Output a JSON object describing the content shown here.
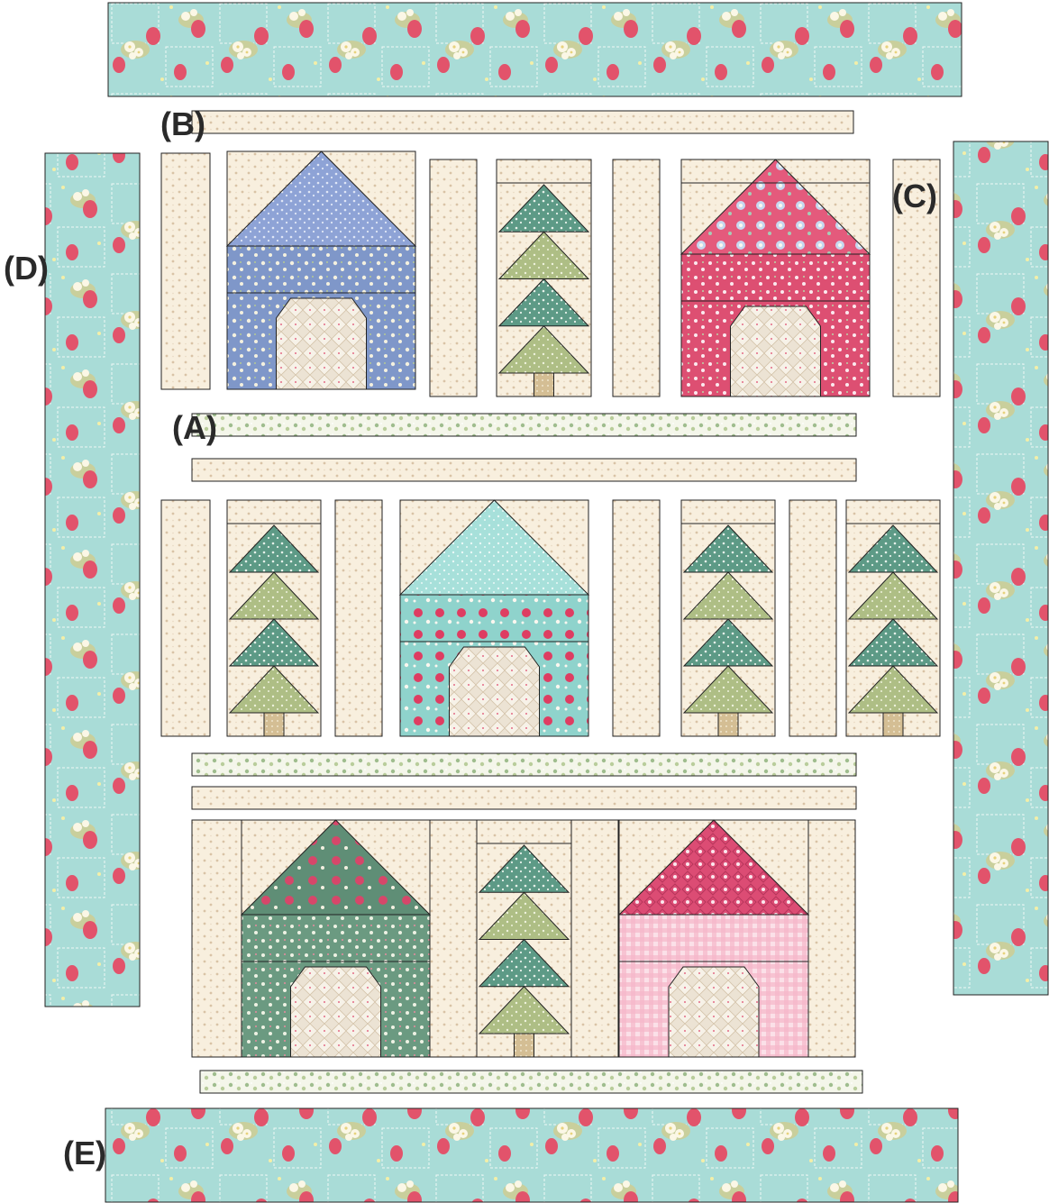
{
  "labels": {
    "a": "(A)",
    "b": "(B)",
    "c": "(C)",
    "d": "(D)",
    "e": "(E)"
  },
  "colors": {
    "background": "#ffffff",
    "outline": "#222222",
    "border_print_base": "#a9dcd7",
    "strawberry": "#e2536b",
    "blossom": "#fbf7e6",
    "leaf": "#c9cf9c",
    "cream_print_base": "#f8efde",
    "cream_dot": "#d9c3a6",
    "green_strip_base": "#f4f6ea",
    "green_strip_dot": "#9fbd8e",
    "blue_house": "#7f97c9",
    "blue_roof": "#8ea3d6",
    "red_house": "#dd4f72",
    "red_roof": "#e45a7c",
    "aqua_house": "#8fd3cc",
    "aqua_roof": "#a7e0da",
    "green_house": "#6b9a81",
    "green_roof": "#5f8e76",
    "pink_roof": "#dc4c74",
    "pink_gingham": "#f5b7c9",
    "door": "#ece3d4",
    "tree_dark": "#5d9a86",
    "tree_light": "#aebe85",
    "trunk": "#d4be94"
  },
  "components": [
    {
      "name": "border-top",
      "icon": "strawberry-floral-border"
    },
    {
      "name": "sashing-b",
      "icon": "cream-dot-strip"
    },
    {
      "name": "sashing-a",
      "icon": "green-floral-strip"
    },
    {
      "name": "border-side-c",
      "icon": "strawberry-floral-border"
    },
    {
      "name": "border-side-d",
      "icon": "strawberry-floral-border"
    },
    {
      "name": "border-bottom-e",
      "icon": "strawberry-floral-border"
    },
    {
      "name": "house-block",
      "icon": "house-icon"
    },
    {
      "name": "tree-block",
      "icon": "tree-icon"
    }
  ]
}
